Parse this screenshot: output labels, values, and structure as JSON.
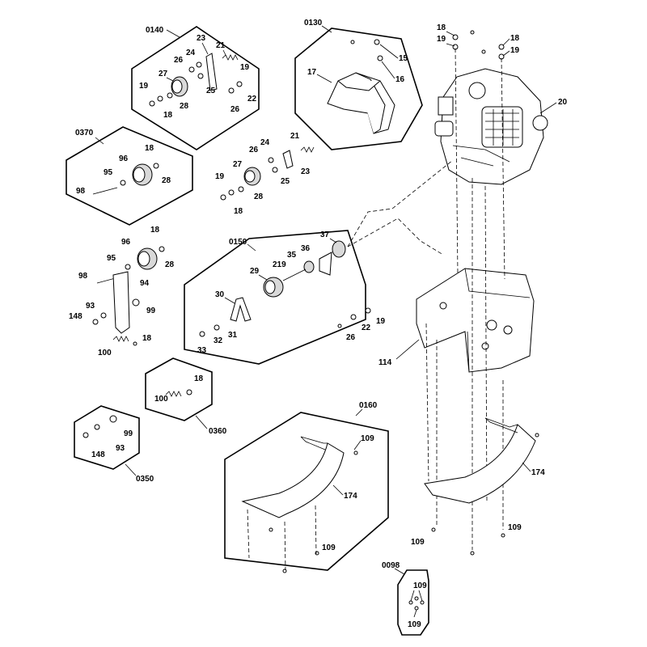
{
  "groups": {
    "g0140": "0140",
    "g0130": "0130",
    "g0370": "0370",
    "g0150": "0150",
    "g0360": "0360",
    "g0350": "0350",
    "g0160": "0160",
    "g0098": "0098"
  },
  "callouts": {
    "c23a": "23",
    "c21a": "21",
    "c24a": "24",
    "c26a": "26",
    "c27a": "27",
    "c19a": "19",
    "c25a": "25",
    "c22a": "22",
    "c19b": "19",
    "c28a": "28",
    "c26b": "26",
    "c18a": "18",
    "c17": "17",
    "c15": "15",
    "c16": "16",
    "c18b": "18",
    "c19c": "19",
    "c18c": "18",
    "c19d": "19",
    "c20": "20",
    "c96a": "96",
    "c18d": "18",
    "c95a": "95",
    "c28b": "28",
    "c98a": "98",
    "c21b": "21",
    "c24b": "24",
    "c26c": "26",
    "c23b": "23",
    "c27b": "27",
    "c25b": "25",
    "c19e": "19",
    "c28c": "28",
    "c18e": "18",
    "c96b": "96",
    "c18f": "18",
    "c95b": "95",
    "c28d": "28",
    "c98b": "98",
    "c94": "94",
    "c93a": "93",
    "c148a": "148",
    "c99a": "99",
    "c18g": "18",
    "c100a": "100",
    "c37": "37",
    "c36": "36",
    "c35": "35",
    "c29": "29",
    "c219": "219",
    "c30": "30",
    "c31": "31",
    "c32": "32",
    "c33": "33",
    "c19f": "19",
    "c22b": "22",
    "c26d": "26",
    "c114": "114",
    "c18h": "18",
    "c100b": "100",
    "c99b": "99",
    "c93b": "93",
    "c148b": "148",
    "c109a": "109",
    "c174a": "174",
    "c109b": "109",
    "c174b": "174",
    "c109c": "109",
    "c109d": "109",
    "c109e": "109",
    "c109f": "109"
  },
  "icons": {
    "spring": "coil-spring-icon",
    "bolt": "bolt-icon",
    "pulley": "pulley-icon"
  }
}
